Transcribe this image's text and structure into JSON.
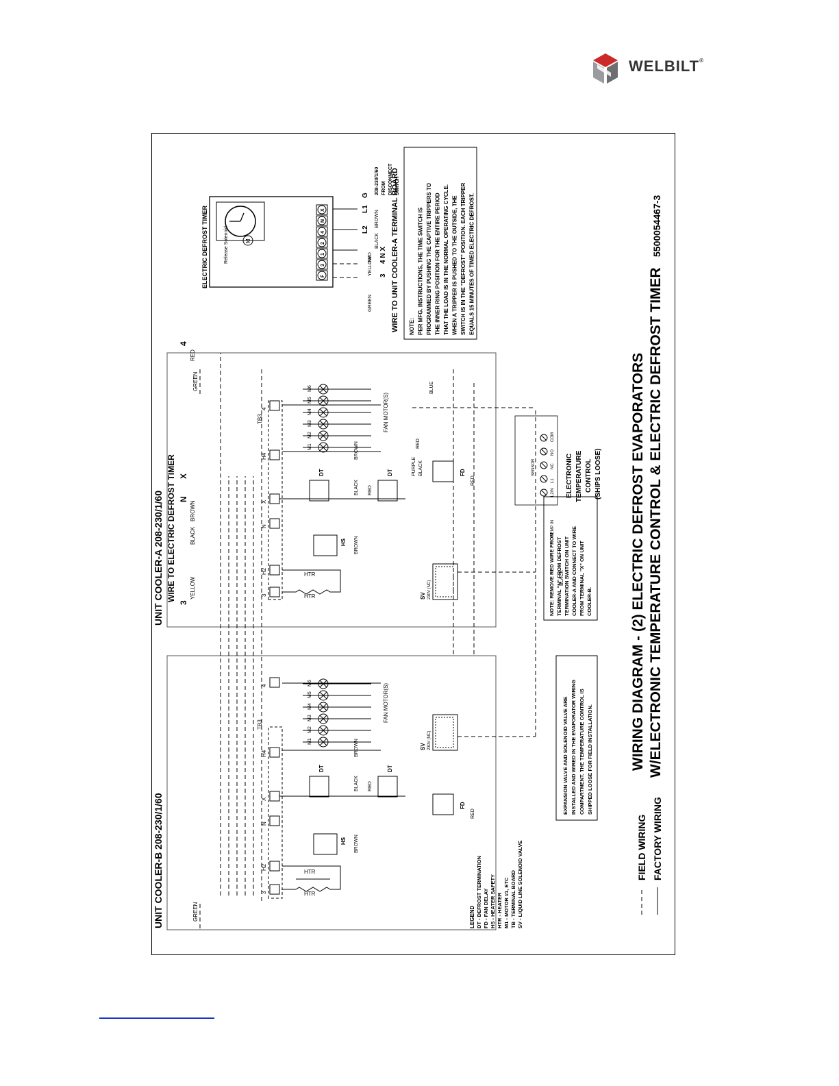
{
  "brand": {
    "name": "WELBILT",
    "accent": "#cc2a2a",
    "grey": "#6d6e71"
  },
  "title": {
    "line1": "WIRING DIAGRAM - (2) ELECTRIC DEFROST EVAPORATORS",
    "line2": "W/ELECTRONIC TEMPERATURE CONTROL & ELECTRIC DEFROST TIMER"
  },
  "drawing_number": "5500054467-3",
  "line_key": {
    "field": "FIELD WIRING",
    "factory": "FACTORY WIRING"
  },
  "legend": {
    "heading": "LEGEND",
    "items": [
      "DT - DEFROST TERMINATION",
      "FD - FAN DELAY",
      "HS - HEATER SAFETY",
      "HTR - HEATER",
      "M1 - MOTOR #1, ETC",
      "TB - TERMINAL BOARD",
      "SV - LIQUID LINE SOLENOID VALVE"
    ]
  },
  "cooler_b": {
    "title": "UNIT COOLER-B 208-230/1/60"
  },
  "cooler_a": {
    "title": "UNIT COOLER-A 208-230/1/60",
    "subtitle": "WIRE TO ELECTRIC DEFROST TIMER"
  },
  "terminals": {
    "t3": "3",
    "h2": "H2",
    "n": "N",
    "x": "X",
    "h4": "H4",
    "t4": "4",
    "tb": "TB3"
  },
  "top_labels": {
    "l3": "3",
    "ln": "N",
    "lx": "X",
    "l4": "4"
  },
  "motors": [
    "M1",
    "M2",
    "M3",
    "M4",
    "M5",
    "M6"
  ],
  "fan_motors": "FAN MOTOR(S)",
  "components": {
    "htr": "HTR",
    "hs": "HS",
    "dt": "DT",
    "fd": "FD",
    "sv": "SV",
    "sv_rating": "230V (NC)"
  },
  "wires": {
    "green": "GREEN",
    "yellow": "YELLOW",
    "black": "BLACK",
    "brown": "BROWN",
    "red": "RED",
    "blue": "BLUE",
    "purple": "PURPLE"
  },
  "expansion_note": [
    "EXPANSION VALVE AND SOLENOID VALVE ARE",
    "INSTALLED AND WIRED IN THE EVAPORATOR WIRING",
    "COMPARTMENT. THE TEMPERATURE CONTROL IS",
    "SHIPPED LOOSE FOR FIELD INSTALLATION."
  ],
  "remove_note": [
    "NOTE: REMOVE RED WIRE FROM",
    "TERMINAL \"N\" FROM DEFROST",
    "TERMINATION SWITCH ON UNIT",
    "COOLER-A AND CONNECT TO WIRE",
    "FROM TERMINAL \"X\" ON UNIT",
    "COOLER-B."
  ],
  "temp_control": {
    "label": [
      "ELECTRONIC",
      "TEMPERATURE",
      "CONTROL",
      "(SHIPS LOOSE)"
    ],
    "terminals": [
      "L2/N",
      "L1",
      "NC",
      "NO",
      "COM"
    ],
    "sensor": "SENSOR",
    "temp_in": "TEMP IN"
  },
  "timer": {
    "title": "ELECTRIC DEFROST TIMER",
    "release": "Release Solenoid",
    "motor": "M",
    "terminals": [
      "F",
      "3",
      "1",
      "2",
      "4",
      "N",
      "X"
    ]
  },
  "supply": {
    "g": "G",
    "l1": "L1",
    "l2": "L2",
    "label": [
      "208-230/1/60",
      "FROM",
      "DISCONNECT",
      "SWITCH"
    ]
  },
  "board_wire": {
    "l3": "3",
    "l4nx": "4 N X",
    "caption": "WIRE TO UNIT COOLER-A TERMINAL BOARD"
  },
  "timer_note": [
    "NOTE:",
    "PER MFG. INSTRUCTIONS, THE TIME SWITCH IS",
    "PROGRAMMED BY PUSHING THE CAPTIVE TRIPPERS TO",
    "THE INNER RING POSITION FOR THE ENTIRE PERIOD",
    "THAT THE LOAD IS IN THE NORMAL OPERATING CYCLE.",
    "WHEN A TRIPPER IS PUSHED TO THE OUTSIDE, THE",
    "SWITCH IS IN THE \"DEFROST\" POSITION. EACH TRIPPER",
    "EQUALS 15 MINUTES OF TIMED ELECTRIC DEFROST."
  ]
}
